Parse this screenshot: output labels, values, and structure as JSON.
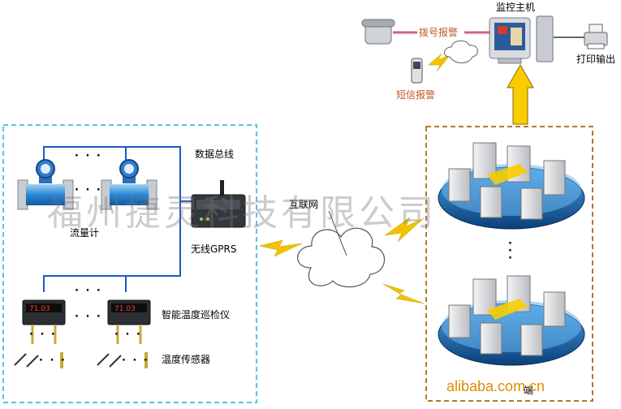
{
  "labels": {
    "host": "监控主机",
    "dial_alarm": "拨号报警",
    "sms_alarm": "短信报警",
    "print_output": "打印输出",
    "data_bus": "数据总线",
    "internet": "互联网",
    "wireless_gprs": "无线GPRS",
    "flow_meter": "流量计",
    "temp_inspector": "智能温度巡检仪",
    "temp_sensor": "温度传感器",
    "client_partial": "端",
    "meter_display": "71.03"
  },
  "dots": {
    "h": "· · ·",
    "v": "·\n·\n·"
  },
  "watermark": "福州捷灵科技有限公司",
  "footer": "alibaba.com.cn",
  "colors": {
    "left_border": "#5cc0ea",
    "right_border": "#b07a2a",
    "bus_line": "#1e58c8",
    "arrow_yellow": "#f8cc00",
    "lightning": "#f2c200",
    "phone_line": "#d06090",
    "network_blue": "#1a6fb8",
    "alarm_text": "#c0562a",
    "footer_text": "#e08a00"
  }
}
